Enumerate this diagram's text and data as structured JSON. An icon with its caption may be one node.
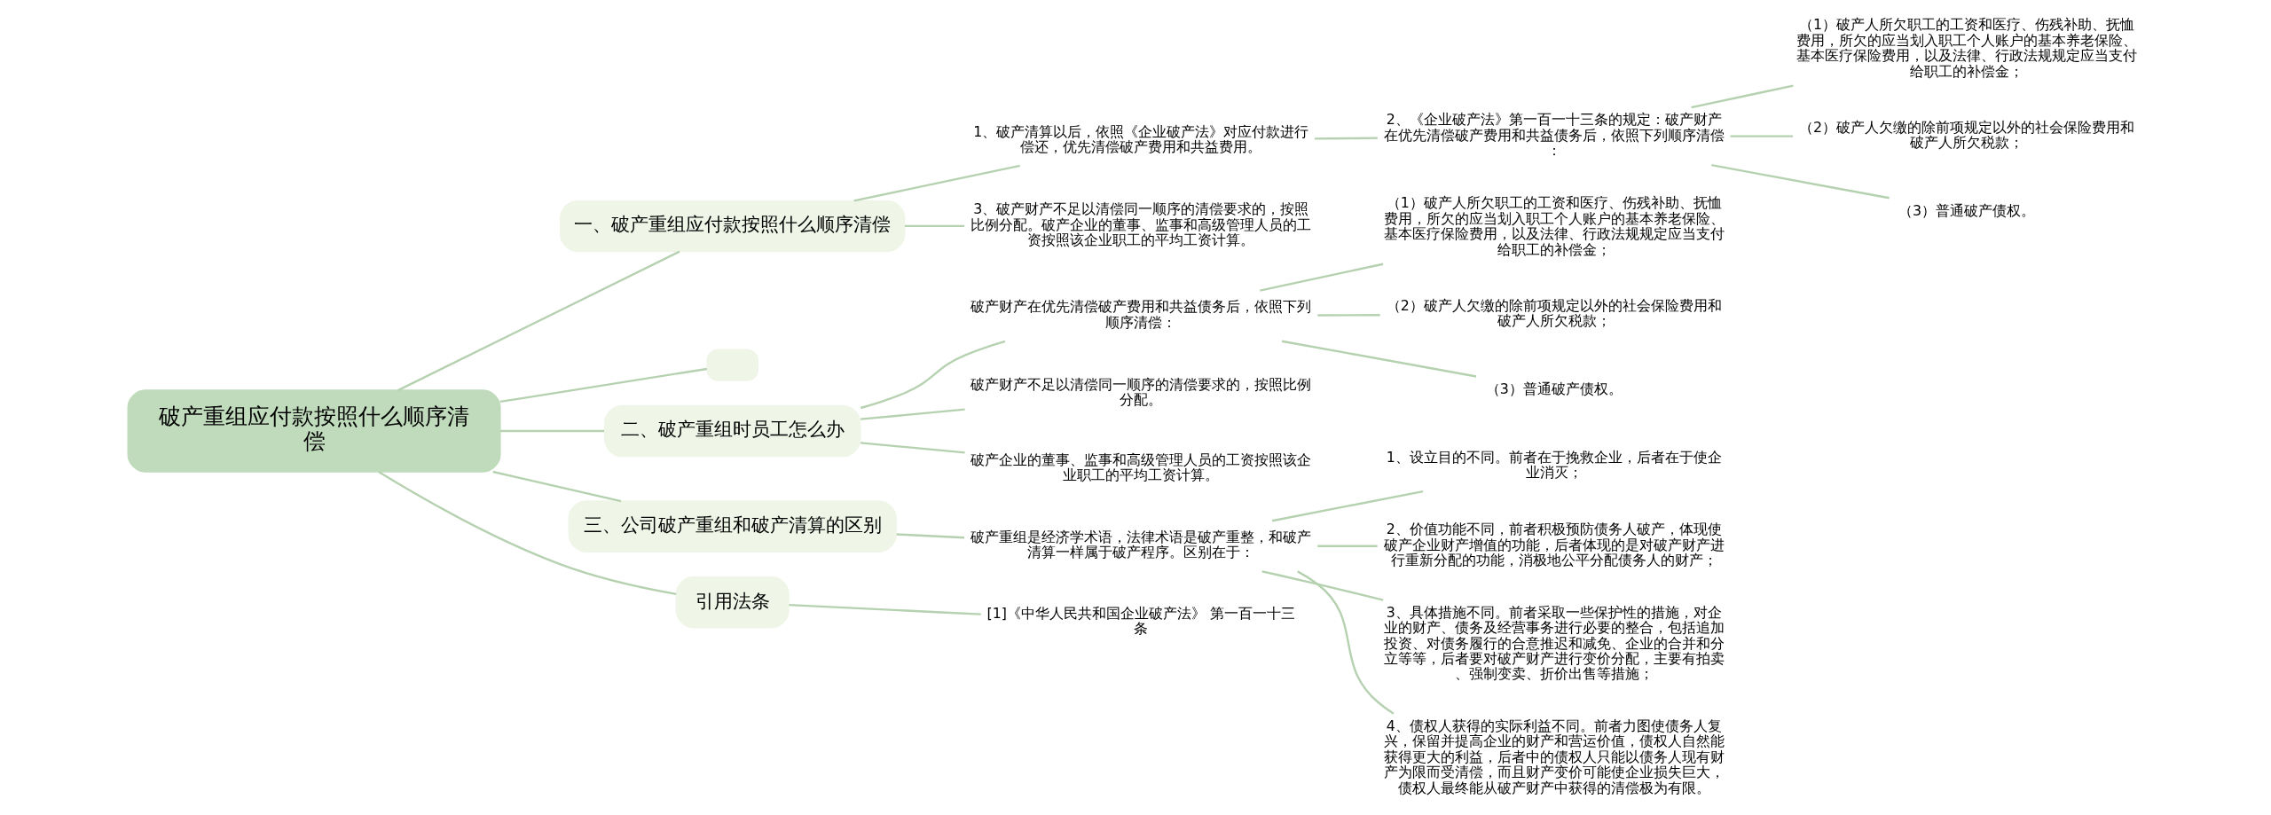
{
  "diagram": {
    "nodes": [
      {
        "text": [
          "破产重组应付款按照什么顺序清偿"
        ]
      },
      {
        "text": [
          "一、破产重组应付款按照什么顺序清偿"
        ]
      },
      {
        "text": [
          "1、破产清算以后，依照《企业破产法》对应付款进行偿还，优先清偿破产费用和共益费用。"
        ]
      },
      {
        "text": [
          "2、《企业破产法》第一百一十三条的规定：破产财产在优先清偿破产费用和共益债务后，依照下列顺序清偿："
        ]
      },
      {
        "text": [
          "（1）破产人所欠职工的工资和医疗、伤残补助、抚恤费用，所欠的应当划入职工个人账户的基本养老保险、基本医疗保险费用，以及法律、行政法规规定应当支付给职工的补偿金；"
        ]
      },
      {
        "text": [
          "（2）破产人欠缴的除前项规定以外的社会保险费用和破产人所欠税款；"
        ]
      },
      {
        "text": [
          "（3）普通破产债权。"
        ]
      },
      {
        "text": [
          "3、破产财产不足以清偿同一顺序的清偿要求的，按照比例分配。破产企业的董事、监事和高级管理人员的工资按照该企业职工的平均工资计算。"
        ]
      },
      {
        "text": [],
        "shape": "box"
      },
      {
        "text": [
          "二、破产重组时员工怎么办"
        ]
      },
      {
        "text": [
          "破产财产在优先清偿破产费用和共益债务后，依照下列顺序清偿："
        ]
      },
      {
        "text": [
          "（1）破产人所欠职工的工资和医疗、伤残补助、抚恤费用，所欠的应当划入职工个人账户的基本养老保险、基本医疗保险费用，以及法律、行政法规规定应当支付给职工的补偿金；"
        ]
      },
      {
        "text": [
          "（2）破产人欠缴的除前项规定以外的社会保险费用和破产人所欠税款；"
        ]
      },
      {
        "text": [
          "（3）普通破产债权。"
        ]
      },
      {
        "text": [
          "破产财产不足以清偿同一顺序的清偿要求的，按照比例分配。"
        ]
      },
      {
        "text": [
          "破产企业的董事、监事和高级管理人员的工资按照该企业职工的平均工资计算。"
        ]
      },
      {
        "text": [
          "三、公司破产重组和破产清算的区别"
        ]
      },
      {
        "text": [
          "破产重组是经济学术语，法律术语是破产重整，和破产清算一样属于破产程序。区别在于："
        ]
      },
      {
        "text": [
          "1、设立目的不同。前者在于挽救企业，后者在于使企业消灭；"
        ]
      },
      {
        "text": [
          "2、价值功能不同，前者积极预防债务人破产，体现使破产企业财产增值的功能，后者体现的是对破产财产进行重新分配的功能，消极地公平分配债务人的财产；"
        ]
      },
      {
        "text": [
          "3、具体措施不同。前者采取一些保护性的措施，对企业的财产、债务及经营事务进行必要的整合，包括追加投资、对债务履行的合意推迟和减免、企业的合并和分立等等，后者要对破产财产进行变价分配，主要有拍卖、强制变卖、折价出售等措施；"
        ]
      },
      {
        "text": [
          "4、债权人获得的实际利益不同。前者力图使债务人复兴，保留并提高企业的财产和营运价值，债权人自然能获得更大的利益，后者中的债权人只能以债务人现有财产为限而受清偿，而且财产变价可能使企业损失巨大，债权人最终能从破产财产中获得的清偿极为有限。"
        ]
      },
      {
        "text": [
          "引用法条"
        ]
      },
      {
        "text": [
          "[1]《中华人民共和国企业破产法》 第一百一十三条"
        ]
      }
    ],
    "edges": [
      {
        "from": 0,
        "to": 1,
        "arrow": "none"
      },
      {
        "from": 1,
        "to": 2,
        "arrow": "none"
      },
      {
        "from": 2,
        "to": 3,
        "arrow": "none"
      },
      {
        "from": 3,
        "to": 4,
        "arrow": "none"
      },
      {
        "from": 3,
        "to": 5,
        "arrow": "none"
      },
      {
        "from": 3,
        "to": 6,
        "arrow": "none"
      },
      {
        "from": 1,
        "to": 7,
        "arrow": "none"
      },
      {
        "from": 0,
        "to": 8,
        "arrow": "none"
      },
      {
        "from": 0,
        "to": 9,
        "arrow": "none"
      },
      {
        "from": 9,
        "to": 10,
        "arrow": "none"
      },
      {
        "from": 10,
        "to": 11,
        "arrow": "none"
      },
      {
        "from": 10,
        "to": 12,
        "arrow": "none"
      },
      {
        "from": 10,
        "to": 13,
        "arrow": "none"
      },
      {
        "from": 9,
        "to": 14,
        "arrow": "none"
      },
      {
        "from": 9,
        "to": 15,
        "arrow": "none"
      },
      {
        "from": 0,
        "to": 16,
        "arrow": "none"
      },
      {
        "from": 16,
        "to": 17,
        "arrow": "none"
      },
      {
        "from": 17,
        "to": 18,
        "arrow": "none"
      },
      {
        "from": 17,
        "to": 19,
        "arrow": "none"
      },
      {
        "from": 17,
        "to": 20,
        "arrow": "none"
      },
      {
        "from": 17,
        "to": 21,
        "arrow": "none"
      },
      {
        "from": 0,
        "to": 22,
        "arrow": "none"
      },
      {
        "from": 22,
        "to": 23,
        "arrow": "none"
      }
    ]
  }
}
